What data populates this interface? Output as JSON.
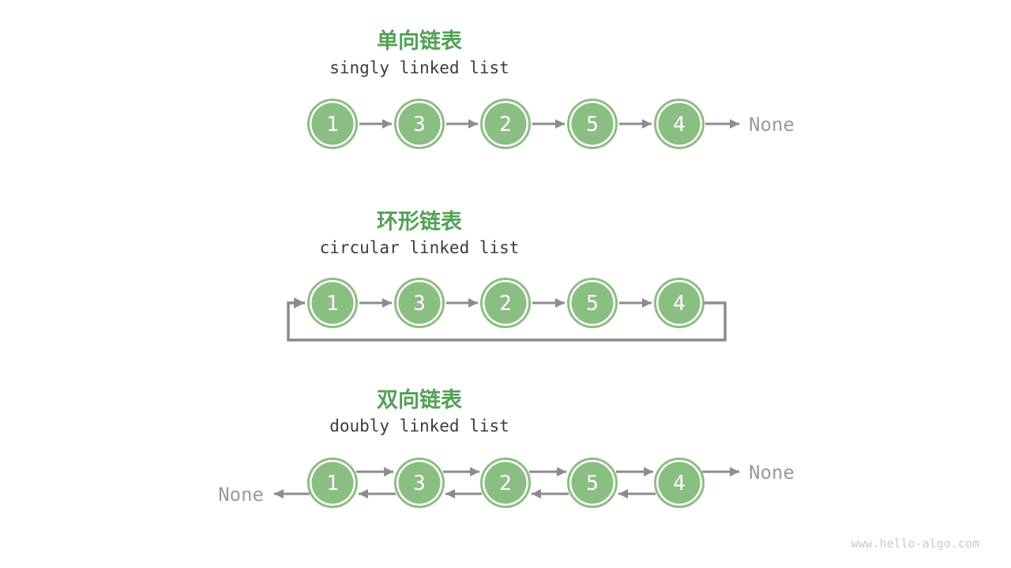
{
  "colors": {
    "background": "#ffffff",
    "node_fill": "#8bbe82",
    "node_ring": "#8bbe82",
    "node_text": "#ffffff",
    "title_green": "#52a157",
    "subtitle_dark": "#3c3c3c",
    "arrow_gray": "#8c8c8c",
    "none_gray": "#9b9b9b",
    "watermark_gray": "#c9c9c9"
  },
  "sections": [
    {
      "id": "singly",
      "type": "singly",
      "title_zh": "单向链表",
      "title_en": "singly linked list",
      "nodes": [
        "1",
        "3",
        "2",
        "5",
        "4"
      ],
      "tail_label": "None"
    },
    {
      "id": "circular",
      "type": "circular",
      "title_zh": "环形链表",
      "title_en": "circular linked list",
      "nodes": [
        "1",
        "3",
        "2",
        "5",
        "4"
      ]
    },
    {
      "id": "doubly",
      "type": "doubly",
      "title_zh": "双向链表",
      "title_en": "doubly linked list",
      "nodes": [
        "1",
        "3",
        "2",
        "5",
        "4"
      ],
      "head_label": "None",
      "tail_label": "None"
    }
  ],
  "watermark": "www.hello-algo.com"
}
